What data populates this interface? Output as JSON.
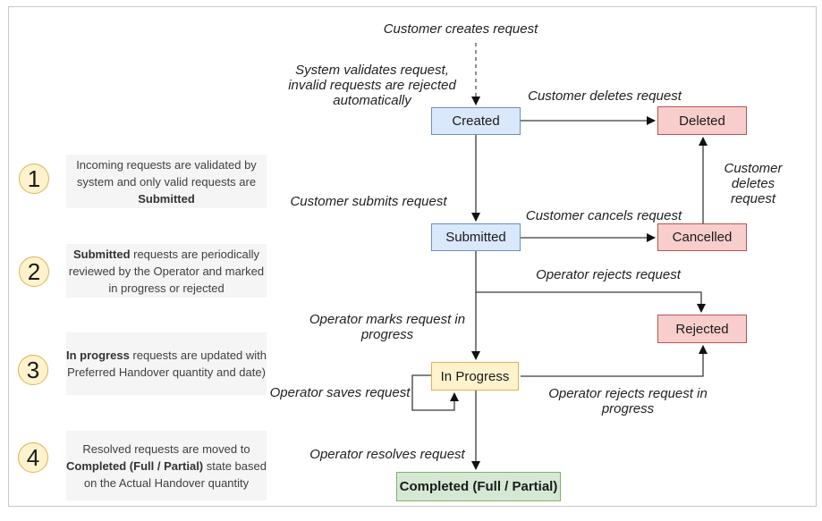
{
  "nodes": {
    "created": {
      "label": "Created"
    },
    "deleted": {
      "label": "Deleted"
    },
    "submitted": {
      "label": "Submitted"
    },
    "cancelled": {
      "label": "Cancelled"
    },
    "rejected": {
      "label": "Rejected"
    },
    "in_progress": {
      "label": "In Progress"
    },
    "completed": {
      "label": "Completed (Full / Partial)"
    }
  },
  "edge_labels": {
    "customer_creates": "Customer creates request",
    "system_validates": "System validates request,\ninvalid requests are rejected\nautomatically",
    "customer_deletes_top": "Customer deletes request",
    "customer_deletes_side": "Customer deletes\nrequest",
    "customer_submits": "Customer submits request",
    "customer_cancels": "Customer cancels request",
    "operator_rejects": "Operator rejects request",
    "operator_marks_in_progress": "Operator marks request in\nprogress",
    "operator_saves": "Operator saves request",
    "operator_rejects_in_progress": "Operator rejects request in progress",
    "operator_resolves": "Operator resolves request"
  },
  "annotations": [
    {
      "number": "1",
      "pre": "Incoming requests are validated by system and only valid requests are ",
      "bold": "Submitted",
      "post": ""
    },
    {
      "number": "2",
      "pre": "",
      "bold": "Submitted",
      "post": " requests are periodically reviewed by the Operator and marked in progress or rejected"
    },
    {
      "number": "3",
      "pre": "",
      "bold": "In progress",
      "post": " requests are updated with Preferred Handover quantity and date)"
    },
    {
      "number": "4",
      "pre": "Resolved requests are moved to ",
      "bold": "Completed (Full / Partial)",
      "post": " state based on the Actual Handover quantity"
    }
  ],
  "colors": {
    "state_blue_fill": "#dae8fc",
    "state_blue_stroke": "#6c8ebf",
    "state_red_fill": "#f8cecc",
    "state_red_stroke": "#b85450",
    "state_yellow_fill": "#fff2cc",
    "state_yellow_stroke": "#d6b656",
    "state_green_fill": "#d5e8d4",
    "state_green_stroke": "#82b366",
    "note_background": "#f5f5f5",
    "circle_fill": "#fff2cc",
    "circle_stroke": "#d6b656"
  }
}
